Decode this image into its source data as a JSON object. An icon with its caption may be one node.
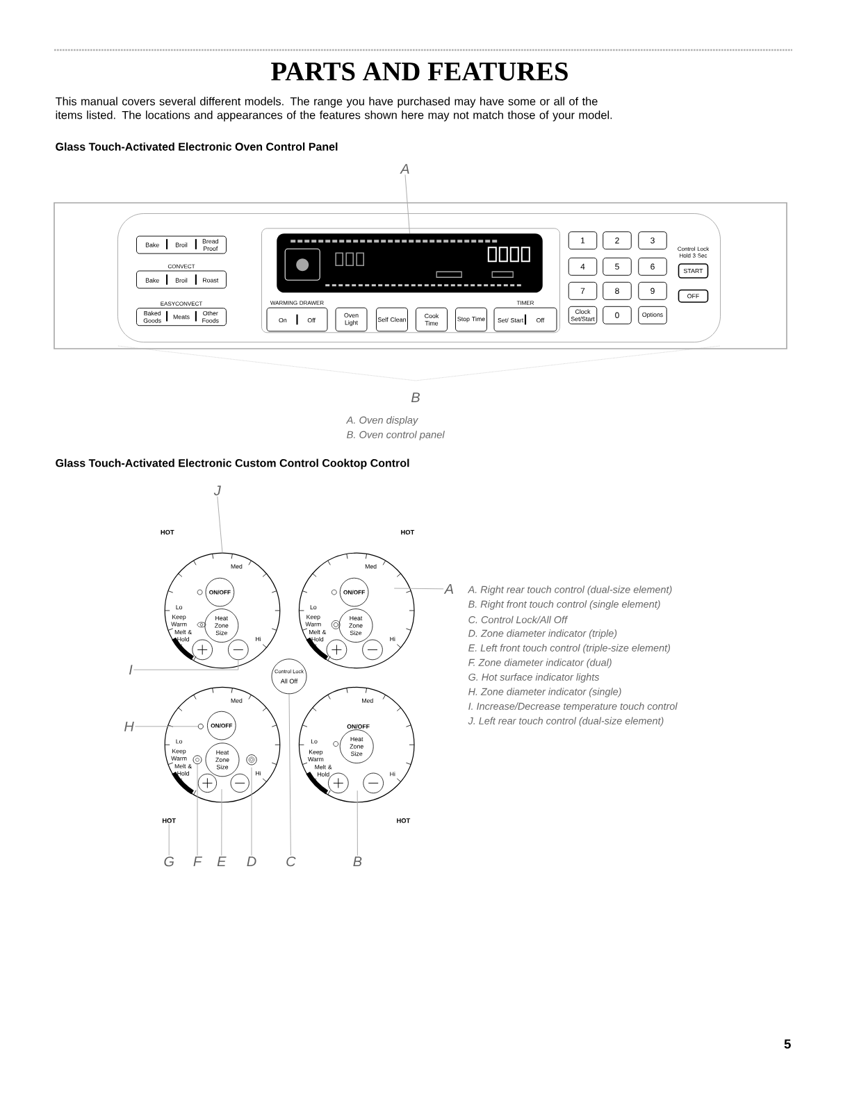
{
  "diagram": {
    "title": "PARTS AND FEATURES",
    "nodes": [
      {
        "text": [],
        "shape": "box"
      },
      {
        "text": [],
        "shape": "box",
        "in": 0
      },
      {
        "text": [
          "A"
        ]
      },
      {
        "text": [
          "Bake",
          "Broil",
          "Bread Proof"
        ],
        "in": 0
      },
      {
        "text": [
          "Bake",
          "Broil",
          "Roast"
        ],
        "beside": [
          "CONVECT"
        ],
        "in": 0
      },
      {
        "text": [
          "Baked Goods",
          "Meats",
          "Other Foods"
        ],
        "beside": [
          "EASYCONVECT"
        ],
        "in": 0
      },
      {
        "text": [
          "On",
          "Off"
        ],
        "beside": [
          "WARMING DRAWER"
        ],
        "in": 0
      },
      {
        "text": [
          "Oven Light"
        ],
        "in": 0
      },
      {
        "text": [
          "Self Clean"
        ],
        "in": 0
      },
      {
        "text": [
          "Cook Time"
        ],
        "in": 0
      },
      {
        "text": [
          "Stop Time"
        ],
        "in": 0
      },
      {
        "text": [
          "Set/ Start",
          "Off"
        ],
        "beside": [
          "TIMER"
        ],
        "in": 0
      },
      {
        "text": [
          "1"
        ],
        "in": 0
      },
      {
        "text": [
          "2"
        ],
        "in": 0
      },
      {
        "text": [
          "3"
        ],
        "in": 0
      },
      {
        "text": [
          "4"
        ],
        "in": 0
      },
      {
        "text": [
          "5"
        ],
        "in": 0
      },
      {
        "text": [
          "6"
        ],
        "in": 0
      },
      {
        "text": [
          "7"
        ],
        "in": 0
      },
      {
        "text": [
          "8"
        ],
        "in": 0
      },
      {
        "text": [
          "9"
        ],
        "in": 0
      },
      {
        "text": [
          "Clock Set/Start"
        ],
        "in": 0
      },
      {
        "text": [
          "0"
        ],
        "in": 0
      },
      {
        "text": [
          "Options"
        ],
        "in": 0
      },
      {
        "text": [
          "START"
        ],
        "beside": [
          "Control Lock Hold 3 Sec"
        ],
        "in": 0
      },
      {
        "text": [
          "OFF"
        ],
        "in": 0
      },
      {
        "text": [
          "Med",
          "Lo",
          "Keep Warm",
          "Melt & Hold",
          "Hi"
        ]
      },
      {
        "text": [
          "ON/OFF"
        ],
        "in": 26
      },
      {
        "text": [
          "Heat Zone Size"
        ],
        "in": 26
      },
      {
        "text": [],
        "shape": "circle",
        "in": 26
      },
      {
        "text": [],
        "shape": "circle",
        "in": 26
      },
      {
        "text": [
          "Med",
          "Lo",
          "Keep Warm",
          "Melt & Hold",
          "Hi"
        ]
      },
      {
        "text": [
          "ON/OFF"
        ],
        "in": 31
      },
      {
        "text": [
          "Heat Zone Size"
        ],
        "in": 31
      },
      {
        "text": [],
        "shape": "circle",
        "in": 31
      },
      {
        "text": [],
        "shape": "circle",
        "in": 31
      },
      {
        "text": [
          "Control Lock",
          "All Off"
        ]
      },
      {
        "text": [
          "Med",
          "Lo",
          "Keep Warm",
          "Melt & Hold",
          "Hi"
        ]
      },
      {
        "text": [],
        "shape": "circle",
        "in": 37
      },
      {
        "text": [
          "ON/OFF"
        ],
        "in": 37
      },
      {
        "text": [],
        "shape": "circle",
        "in": 37
      },
      {
        "text": [
          "Heat Zone Size"
        ],
        "in": 37
      },
      {
        "text": [],
        "shape": "circle",
        "in": 37
      },
      {
        "text": [],
        "shape": "circle",
        "in": 37
      },
      {
        "text": [],
        "shape": "circle",
        "in": 37
      },
      {
        "text": [
          "Med",
          "ON/OFF",
          "Lo",
          "Keep Warm",
          "Melt & Hold",
          "Hi"
        ]
      },
      {
        "text": [
          "Heat Zone Size"
        ],
        "in": 45
      },
      {
        "text": [],
        "shape": "circle",
        "in": 45
      },
      {
        "text": [],
        "shape": "circle",
        "in": 45
      },
      {
        "text": [
          "HOT"
        ]
      },
      {
        "text": [
          "J"
        ]
      },
      {
        "text": [
          "A"
        ]
      },
      {
        "text": [
          "I"
        ]
      },
      {
        "text": [
          "H"
        ]
      },
      {
        "text": [
          "G"
        ]
      },
      {
        "text": [
          "F"
        ]
      },
      {
        "text": [
          "E"
        ]
      },
      {
        "text": [
          "D"
        ]
      },
      {
        "text": [
          "C"
        ]
      },
      {
        "text": [
          "B"
        ]
      }
    ],
    "edges": [
      {
        "from": 2,
        "to": 1,
        "arrow": "none"
      },
      {
        "from": 50,
        "to": 26,
        "arrow": "none"
      },
      {
        "from": 51,
        "to": 31,
        "arrow": "none"
      },
      {
        "from": 52,
        "to": 30,
        "arrow": "none"
      },
      {
        "from": 53,
        "to": 38,
        "arrow": "none"
      },
      {
        "from": 54,
        "to": 49,
        "arrow": "none"
      },
      {
        "from": 55,
        "to": 40,
        "arrow": "none"
      },
      {
        "from": 56,
        "to": 37,
        "arrow": "none"
      },
      {
        "from": 57,
        "to": 42,
        "arrow": "none"
      },
      {
        "from": 58,
        "to": 36,
        "arrow": "none"
      },
      {
        "from": 59,
        "to": 45,
        "arrow": "none"
      }
    ],
    "labels": [
      "This manual covers several different models. The range you have purchased may have some or all of the items listed. The locations and appearances of the features shown here may not match those of your model.",
      "Glass Touch-Activated Electronic Oven Control Panel",
      "B",
      "A. Oven display",
      "B. Oven control panel",
      "Glass Touch-Activated Electronic Custom Control Cooktop Control",
      "HOT",
      "HOT",
      "A. Right rear touch control (dual-size element)",
      "B. Right front touch control (single element)",
      "C. Control Lock/All Off",
      "D. Zone diameter indicator (triple)",
      "E. Left front touch control (triple-size element)",
      "F. Zone diameter indicator (dual)",
      "G. Hot surface indicator lights",
      "H. Zone diameter indicator (single)",
      "I. Increase/Decrease temperature touch control",
      "J. Left rear touch control (dual-size element)",
      "HOT",
      "5"
    ]
  }
}
